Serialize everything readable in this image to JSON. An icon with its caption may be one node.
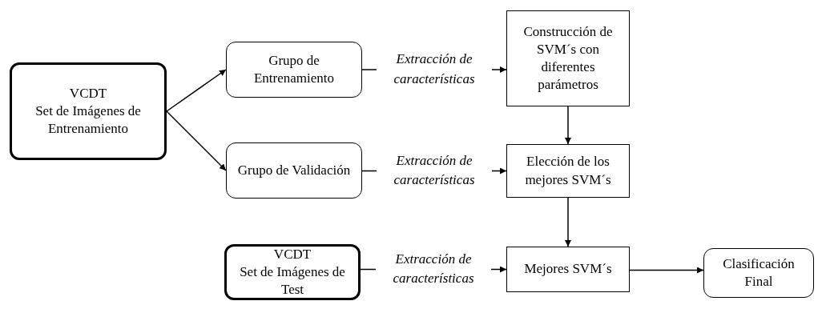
{
  "diagram": {
    "nodes": [
      {
        "text": [
          "VCDT",
          "Set de Imágenes de Entrenamiento"
        ]
      },
      {
        "text": [
          "Grupo de Entrenamiento"
        ]
      },
      {
        "text": [
          "Construcción de SVM´s con diferentes parámetros"
        ]
      },
      {
        "text": [
          "Grupo de Validación"
        ]
      },
      {
        "text": [
          "Elección de los mejores SVM´s"
        ]
      },
      {
        "text": [
          "VCDT",
          "Set de Imágenes de Test"
        ]
      },
      {
        "text": [
          "Mejores SVM´s"
        ]
      },
      {
        "text": [
          "Clasificación Final"
        ]
      }
    ],
    "edges": [
      {
        "from": 0,
        "to": 1,
        "arrow": "to"
      },
      {
        "from": 0,
        "to": 3,
        "arrow": "to"
      },
      {
        "from": 1,
        "to": 2,
        "arrow": "to",
        "label": "Extracción de características"
      },
      {
        "from": 3,
        "to": 4,
        "arrow": "to",
        "label": "Extracción de características"
      },
      {
        "from": 2,
        "to": 4,
        "arrow": "to"
      },
      {
        "from": 4,
        "to": 6,
        "arrow": "to"
      },
      {
        "from": 5,
        "to": 6,
        "arrow": "to",
        "label": "Extracción de características"
      },
      {
        "from": 6,
        "to": 7,
        "arrow": "to"
      }
    ]
  }
}
